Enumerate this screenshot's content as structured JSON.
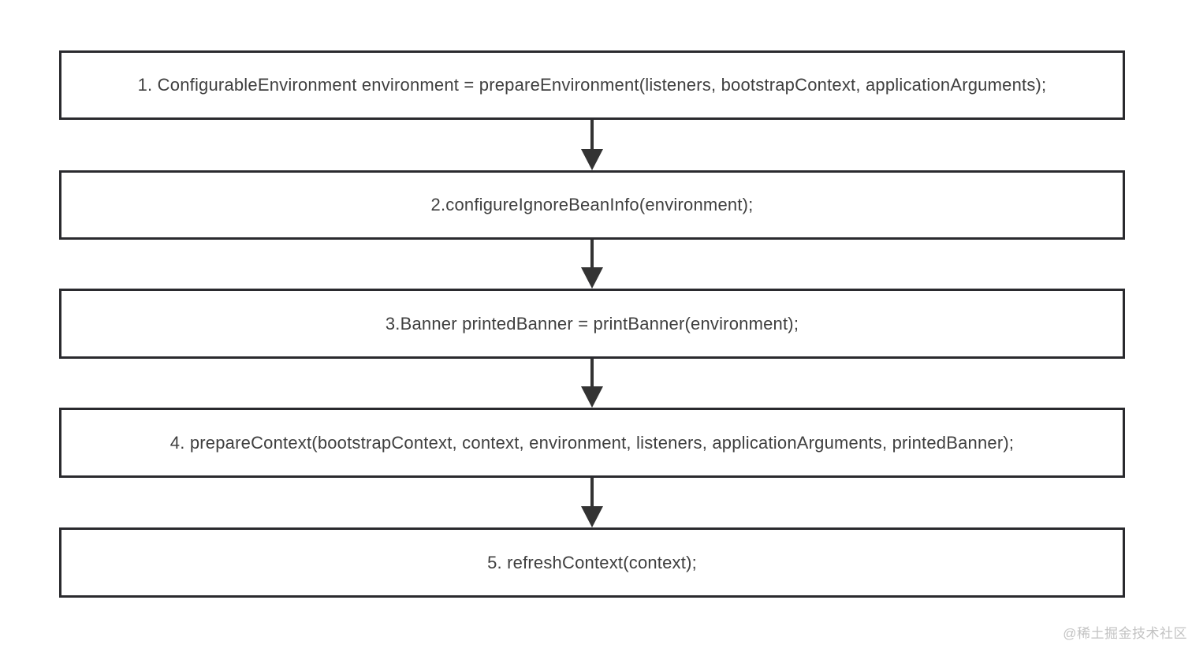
{
  "flowchart": {
    "steps": [
      {
        "label": "1. ConfigurableEnvironment environment = prepareEnvironment(listeners, bootstrapContext, applicationArguments);"
      },
      {
        "label": "2.configureIgnoreBeanInfo(environment);"
      },
      {
        "label": "3.Banner printedBanner = printBanner(environment);"
      },
      {
        "label": "4. prepareContext(bootstrapContext, context, environment, listeners, applicationArguments, printedBanner);"
      },
      {
        "label": "5. refreshContext(context);"
      }
    ]
  },
  "watermark": {
    "text": "@稀土掘金技术社区"
  },
  "colors": {
    "background": "#ffffff",
    "box_border": "#2a2a2e",
    "text": "#3f3f3f",
    "arrow": "#333333",
    "watermark": "#c3c3c3"
  }
}
